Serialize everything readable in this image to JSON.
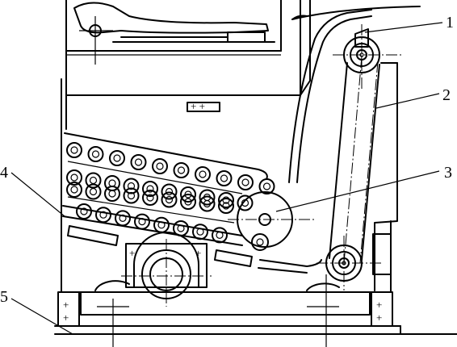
{
  "diagram": {
    "callouts": [
      {
        "id": "callout-1",
        "text": "1"
      },
      {
        "id": "callout-2",
        "text": "2"
      },
      {
        "id": "callout-3",
        "text": "3"
      },
      {
        "id": "callout-4",
        "text": "4"
      },
      {
        "id": "callout-5",
        "text": "5"
      }
    ],
    "colors": {
      "line": "#000000",
      "background": "#ffffff"
    }
  }
}
